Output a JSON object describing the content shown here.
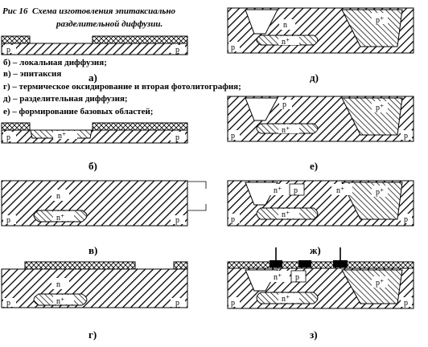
{
  "caption": {
    "number": "Рис 16",
    "title_line1": "Схема изготовления эпитаксиально",
    "title_line2": "разделительной диффузии."
  },
  "legend": [
    "б) – локальная диффузия;",
    "в) – эпитаксия",
    "г) – термическое оксидирование и вторая фотолитография;",
    "д) – разделительная диффузия;",
    "е) – формирование базовых областей;"
  ],
  "subfigures": {
    "a": "а)",
    "b": "б)",
    "v": "в)",
    "g": "г)",
    "d": "д)",
    "e": "е)",
    "zh": "ж)",
    "z": "з)"
  },
  "region_labels": {
    "p": "p",
    "n": "n",
    "n_plus": "n⁺",
    "p_plus": "p⁺"
  }
}
